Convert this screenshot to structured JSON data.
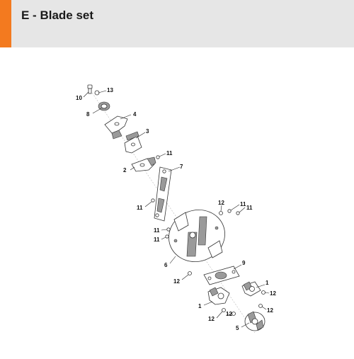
{
  "header": {
    "title": "E - Blade set",
    "accent_color": "#f37a1f",
    "background_color": "#e6e6e6"
  },
  "callouts": {
    "c10": "10",
    "c13": "13",
    "c8": "8",
    "c4": "4",
    "c3": "3",
    "c2": "2",
    "c11a": "11",
    "c7": "7",
    "c11b": "11",
    "c12a": "12",
    "c11c": "11",
    "c11d": "11",
    "c11e": "11",
    "c11f": "11",
    "c6": "6",
    "c9": "9",
    "c12b": "12",
    "c1a": "1",
    "c12c": "12",
    "c1b": "1",
    "c12d": "12",
    "c12e": "12",
    "c12f": "12",
    "c5": "5"
  }
}
